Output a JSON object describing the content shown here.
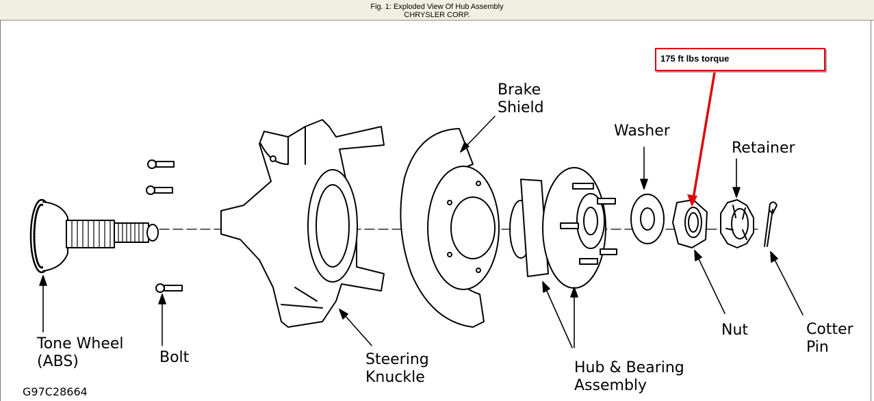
{
  "header": {
    "title": "Fig. 1: Exploded View Of Hub Assembly",
    "source": "CHRYSLER CORP."
  },
  "labels": {
    "brake_shield_1": "Brake",
    "brake_shield_2": "Shield",
    "washer": "Washer",
    "retainer": "Retainer",
    "tone_wheel_1": "Tone Wheel",
    "tone_wheel_2": "(ABS)",
    "bolt": "Bolt",
    "steering_knuckle_1": "Steering",
    "steering_knuckle_2": "Knuckle",
    "hub_bearing_1": "Hub & Bearing",
    "hub_bearing_2": "Assembly",
    "nut": "Nut",
    "cotter_pin_1": "Cotter",
    "cotter_pin_2": "Pin",
    "figure_code": "G97C28664"
  },
  "callout": {
    "text": "175 ft lbs torque",
    "color": "#e00000"
  }
}
